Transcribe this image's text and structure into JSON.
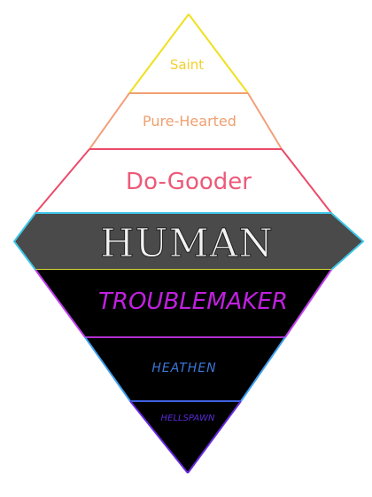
{
  "diagram": {
    "tiers": [
      {
        "id": "saint",
        "label": "Saint",
        "text_color": "#f4d02a",
        "stroke_color": "#f0e020",
        "fill": "#ffffff"
      },
      {
        "id": "pure-hearted",
        "label": "Pure-Hearted",
        "text_color": "#f0a070",
        "stroke_color": "#f0a070",
        "fill": "#ffffff"
      },
      {
        "id": "do-gooder",
        "label": "Do-Gooder",
        "text_color": "#ec5a78",
        "stroke_color": "#ec4a6a",
        "fill": "#ffffff"
      },
      {
        "id": "human",
        "label": "HUMAN",
        "text_color": "#f2f2f2",
        "stroke_color": "#3ec6e8",
        "fill": "#4a4a4a"
      },
      {
        "id": "troublemaker",
        "label": "TROUBLEMAKER",
        "text_color": "#c020e0",
        "stroke_color": "#c040f0",
        "fill": "#000000"
      },
      {
        "id": "heathen",
        "label": "HEATHEN",
        "text_color": "#3a78d8",
        "stroke_color": "#40a0f0",
        "fill": "#000000"
      },
      {
        "id": "hellspawn",
        "label": "HELLSPAWN",
        "text_color": "#5a2ad8",
        "stroke_color": "#6a2ae0",
        "fill": "#000000"
      }
    ]
  }
}
